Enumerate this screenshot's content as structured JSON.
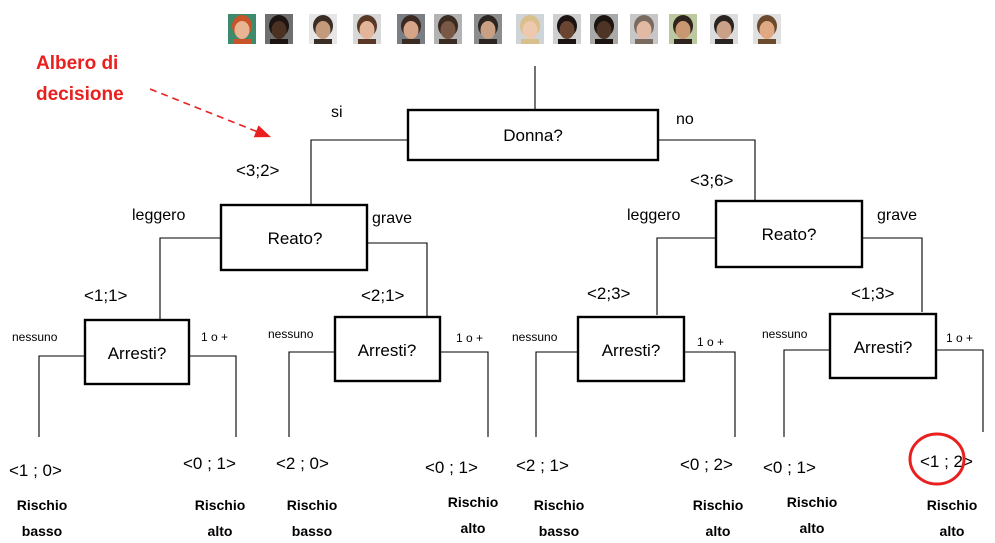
{
  "callout": {
    "line1": "Albero di",
    "line2": "decisione",
    "color": "#e8201f"
  },
  "faces": [
    {
      "name": "face-1",
      "bg": "#3e8a6c",
      "skin": "#e8b491",
      "hair": "#c8542a"
    },
    {
      "name": "face-2",
      "bg": "#6f6f6f",
      "skin": "#4b3122",
      "hair": "#1c1410"
    },
    {
      "name": "face-3",
      "bg": "#e6e6e6",
      "skin": "#c49a7c",
      "hair": "#3a2d24"
    },
    {
      "name": "face-4",
      "bg": "#d8d8d8",
      "skin": "#e2b598",
      "hair": "#5a3826"
    },
    {
      "name": "face-5",
      "bg": "#7a7f85",
      "skin": "#d6a487",
      "hair": "#3b2a22"
    },
    {
      "name": "face-6",
      "bg": "#b3b3b3",
      "skin": "#7a5846",
      "hair": "#3a2b23"
    },
    {
      "name": "face-7",
      "bg": "#8c8c8c",
      "skin": "#c9a084",
      "hair": "#2c2420"
    },
    {
      "name": "face-8",
      "bg": "#cfd4d8",
      "skin": "#eec9ad",
      "hair": "#d9bf8c"
    },
    {
      "name": "face-9",
      "bg": "#cfcfcf",
      "skin": "#6a4632",
      "hair": "#1c1412"
    },
    {
      "name": "face-10",
      "bg": "#a9a9a9",
      "skin": "#4e3426",
      "hair": "#1a1310"
    },
    {
      "name": "face-11",
      "bg": "#c7c7c7",
      "skin": "#e2b9a2",
      "hair": "#7a6b60"
    },
    {
      "name": "face-12",
      "bg": "#bcc9a0",
      "skin": "#c99873",
      "hair": "#2f241d"
    },
    {
      "name": "face-13",
      "bg": "#dcdcdc",
      "skin": "#caa087",
      "hair": "#2a2421"
    },
    {
      "name": "face-14",
      "bg": "#e0e0e0",
      "skin": "#e0a983",
      "hair": "#6b4a2e"
    }
  ],
  "root": {
    "question": "Donna?",
    "left_edge": "si",
    "right_edge": "no"
  },
  "level1": {
    "left": {
      "count": "<3;2>",
      "question": "Reato?",
      "left_edge": "leggero",
      "right_edge": "grave"
    },
    "right": {
      "count": "<3;6>",
      "question": "Reato?",
      "left_edge": "leggero",
      "right_edge": "grave"
    }
  },
  "level2": [
    {
      "count": "<1;1>",
      "question": "Arresti?",
      "left_edge": "nessuno",
      "right_edge": "1 o +"
    },
    {
      "count": "<2;1>",
      "question": "Arresti?",
      "left_edge": "nessuno",
      "right_edge": "1 o +"
    },
    {
      "count": "<2;3>",
      "question": "Arresti?",
      "left_edge": "nessuno",
      "right_edge": "1 o +"
    },
    {
      "count": "<1;3>",
      "question": "Arresti?",
      "left_edge": "nessuno",
      "right_edge": "1 o +"
    }
  ],
  "leaves": [
    {
      "count": "<1 ; 0>",
      "risk1": "Rischio",
      "risk2": "basso"
    },
    {
      "count": "<0 ; 1>",
      "risk1": "Rischio",
      "risk2": "alto"
    },
    {
      "count": "<2 ; 0>",
      "risk1": "Rischio",
      "risk2": "basso"
    },
    {
      "count": "<0 ; 1>",
      "risk1": "Rischio",
      "risk2": "alto"
    },
    {
      "count": "<2 ;  1>",
      "risk1": "Rischio",
      "risk2": "basso"
    },
    {
      "count": "<0 ; 2>",
      "risk1": "Rischio",
      "risk2": "alto"
    },
    {
      "count": "<0 ; 1>",
      "risk1": "Rischio",
      "risk2": "alto"
    },
    {
      "count": "<1 ; 2>",
      "risk1": "Rischio",
      "risk2": "alto"
    }
  ],
  "highlight_color": "#e8201f"
}
